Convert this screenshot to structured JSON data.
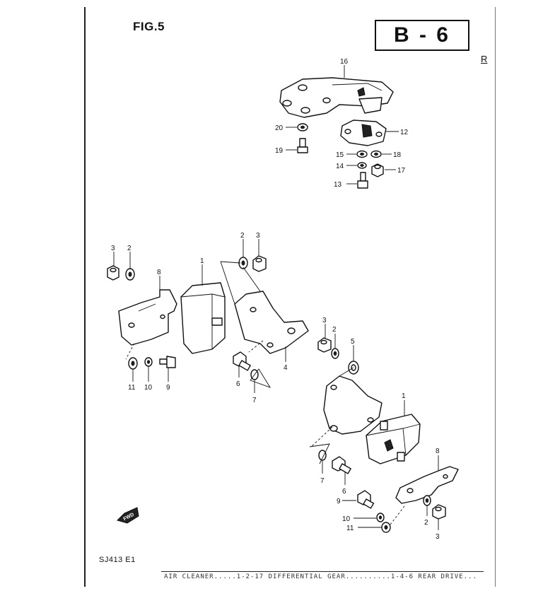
{
  "header": {
    "figure_label": "FIG.5",
    "section_code": "B - 6",
    "edge_letter": "R"
  },
  "footer": {
    "model_code": "SJ413 E1",
    "index_strip": "AIR CLEANER.....1-2-17 DIFFERENTIAL GEAR..........1-4-6 REAR DRIVE..."
  },
  "forward_arrow_label": "FWD",
  "callouts": {
    "c16": "16",
    "c12": "12",
    "c20": "20",
    "c19": "19",
    "c15": "15",
    "c18": "18",
    "c14": "14",
    "c17": "17",
    "c13": "13",
    "c2_top": "2",
    "c3_top": "3",
    "c1_left": "1",
    "c3_left": "3",
    "c2_left": "2",
    "c8_left": "8",
    "c11_left": "11",
    "c10_left": "10",
    "c9_left": "9",
    "c6_left": "6",
    "c7_left": "7",
    "c4": "4",
    "c3_right": "3",
    "c2_right": "2",
    "c5": "5",
    "c1_right": "1",
    "c8_right": "8",
    "c7_right": "7",
    "c6_right": "6",
    "c9_right": "9",
    "c10_right": "10",
    "c11_right": "11",
    "c2_bottom": "2",
    "c3_bottom": "3"
  },
  "colors": {
    "ink": "#111111",
    "paper": "#ffffff"
  }
}
